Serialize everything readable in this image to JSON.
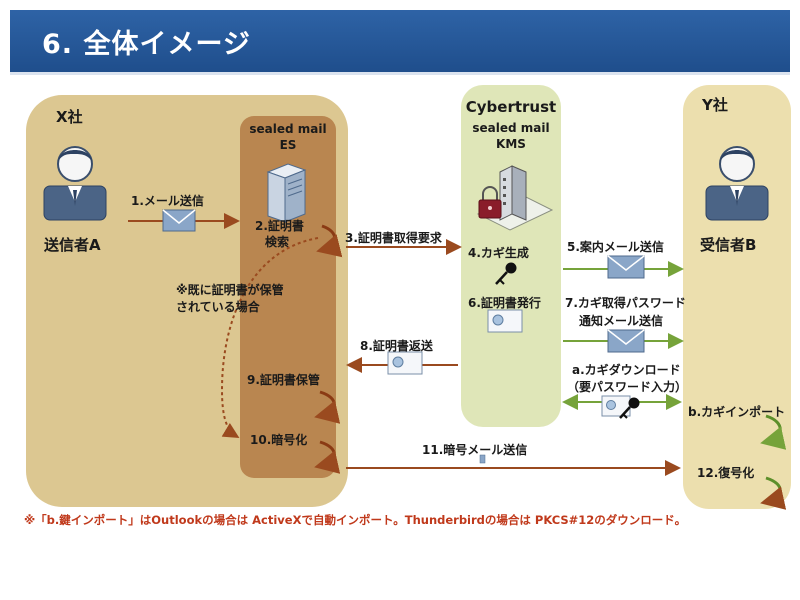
{
  "header": {
    "title": "6. 全体イメージ"
  },
  "x_company": {
    "name": "X社",
    "sender": "送信者A",
    "es_title": "sealed mail",
    "es_sub": "ES",
    "step1": "1.メール送信",
    "step2a": "2.証明書",
    "step2b": "検索",
    "already_a": "※既に証明書が保管",
    "already_b": "されている場合",
    "step9": "9.証明書保管",
    "step10": "10.暗号化"
  },
  "cybertrust": {
    "name": "Cybertrust",
    "kms_title": "sealed mail",
    "kms_sub": "KMS",
    "step3": "3.証明書取得要求",
    "step4": "4.カギ生成",
    "step6": "6.証明書発行",
    "step8": "8.証明書返送"
  },
  "y_company": {
    "name": "Y社",
    "receiver": "受信者B",
    "step5": "5.案内メール送信",
    "step7a": "7.カギ取得パスワード",
    "step7b": "通知メール送信",
    "stepa1": "a.カギダウンロード",
    "stepa2": "（要パスワード入力）",
    "stepb": "b.カギインポート",
    "step11": "11.暗号メール送信",
    "step12": "12.復号化"
  },
  "footnote": "※「b.鍵インポート」はOutlookの場合は ActiveXで自動インポート。Thunderbirdの場合は PKCS#12のダウンロード。",
  "colors": {
    "header": "#1f4e8c",
    "x_panel": "#dcc791",
    "es_panel": "#b98650",
    "kms_panel": "#dfe6b8",
    "y_panel": "#ecdfae",
    "arrow_brown": "#9a4a1f",
    "arrow_green": "#76a33a",
    "footnote": "#c0391b"
  }
}
